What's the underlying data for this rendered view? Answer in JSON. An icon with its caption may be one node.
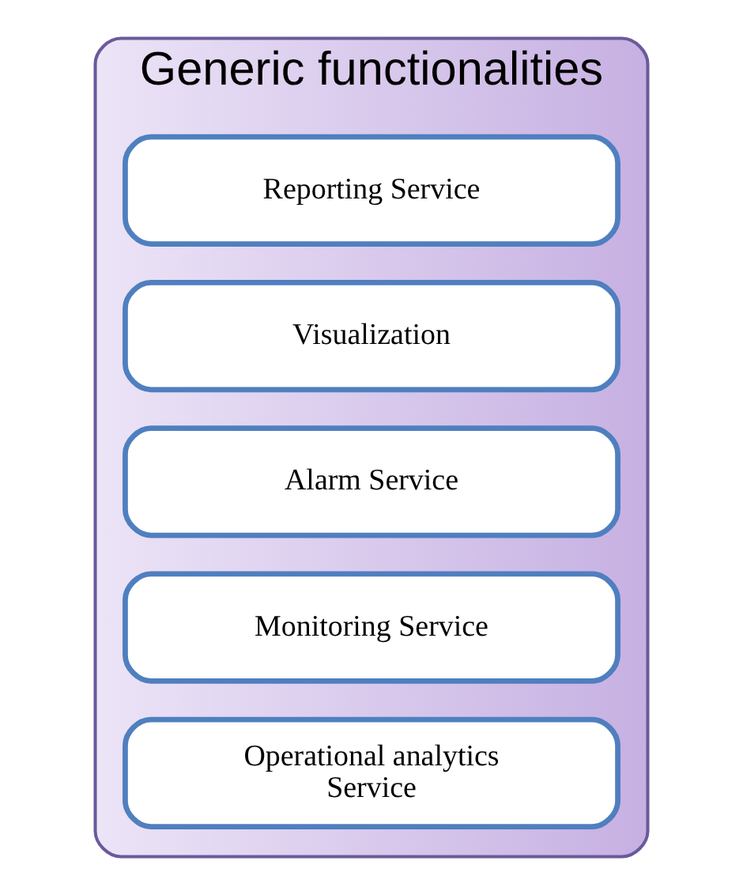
{
  "diagram": {
    "nodes": [
      {
        "text": [
          "Generic functionalities"
        ]
      },
      {
        "text": [
          "Reporting Service"
        ],
        "in": 0
      },
      {
        "text": [
          "Visualization"
        ],
        "in": 0
      },
      {
        "text": [
          "Alarm Service"
        ],
        "in": 0
      },
      {
        "text": [
          "Monitoring Service"
        ],
        "in": 0
      },
      {
        "text": [
          "Operational analytics Service"
        ],
        "in": 0
      }
    ]
  }
}
